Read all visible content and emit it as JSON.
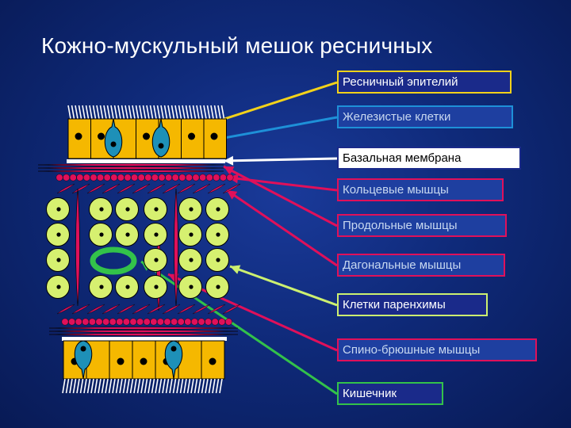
{
  "title": "Кожно-мускульный мешок ресничных",
  "labels": [
    {
      "text": "Ресничный эпителий",
      "bg": "#1a2a8a",
      "border": "#f2d21a",
      "color": "#ffffff"
    },
    {
      "text": "Железистые клетки",
      "bg": "#1e3fa0",
      "border": "#1e90d8",
      "color": "#c8d8f0"
    },
    {
      "text": "Базальная мембрана",
      "bg": "#ffffff",
      "border": "#1a2a8a",
      "color": "#000000"
    },
    {
      "text": "Кольцевые мышцы",
      "bg": "#1e3fa0",
      "border": "#e0105a",
      "color": "#c8d8f0"
    },
    {
      "text": "Продольные мышцы",
      "bg": "#1e3fa0",
      "border": "#e0105a",
      "color": "#c8d8f0"
    },
    {
      "text": "Дагональные мышцы",
      "bg": "#1e3fa0",
      "border": "#e0105a",
      "color": "#c8d8f0"
    },
    {
      "text": "Клетки паренхимы",
      "bg": "#1a2a8a",
      "border": "#ccf070",
      "color": "#ffffff"
    },
    {
      "text": "Спино-брюшные мышцы",
      "bg": "#1e3fa0",
      "border": "#e0105a",
      "color": "#c8d8f0"
    },
    {
      "text": "Кишечник",
      "bg": "#1a2a8a",
      "border": "#33c24a",
      "color": "#ffffff"
    }
  ],
  "colors": {
    "epithelium": "#f5b800",
    "nucleus": "#000000",
    "gland": "#1e90b8",
    "membrane": "#ffffff",
    "muscle": "#e0105a",
    "parenchyma": "#d6f070",
    "intestine": "#33c24a"
  }
}
